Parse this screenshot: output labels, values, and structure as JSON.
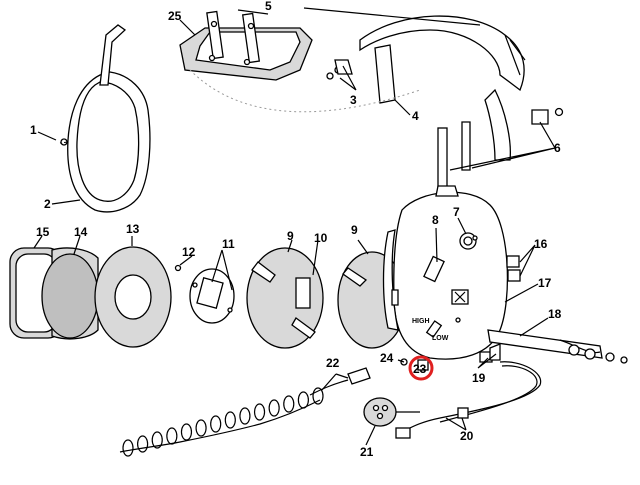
{
  "callouts": {
    "c1": "1",
    "c2": "2",
    "c3": "3",
    "c4": "4",
    "c5": "5",
    "c6": "6",
    "c7": "7",
    "c8": "8",
    "c9a": "9",
    "c9b": "9",
    "c10": "10",
    "c11": "11",
    "c12": "12",
    "c13": "13",
    "c14": "14",
    "c15": "15",
    "c16": "16",
    "c17": "17",
    "c18": "18",
    "c19": "19",
    "c20": "20",
    "c21": "21",
    "c22": "22",
    "c23": "23",
    "c24": "24",
    "c25": "25"
  },
  "labels": {
    "high": "HIGH",
    "low": "LOW"
  },
  "highlight": {
    "callout": "23",
    "color": "#e02020"
  }
}
